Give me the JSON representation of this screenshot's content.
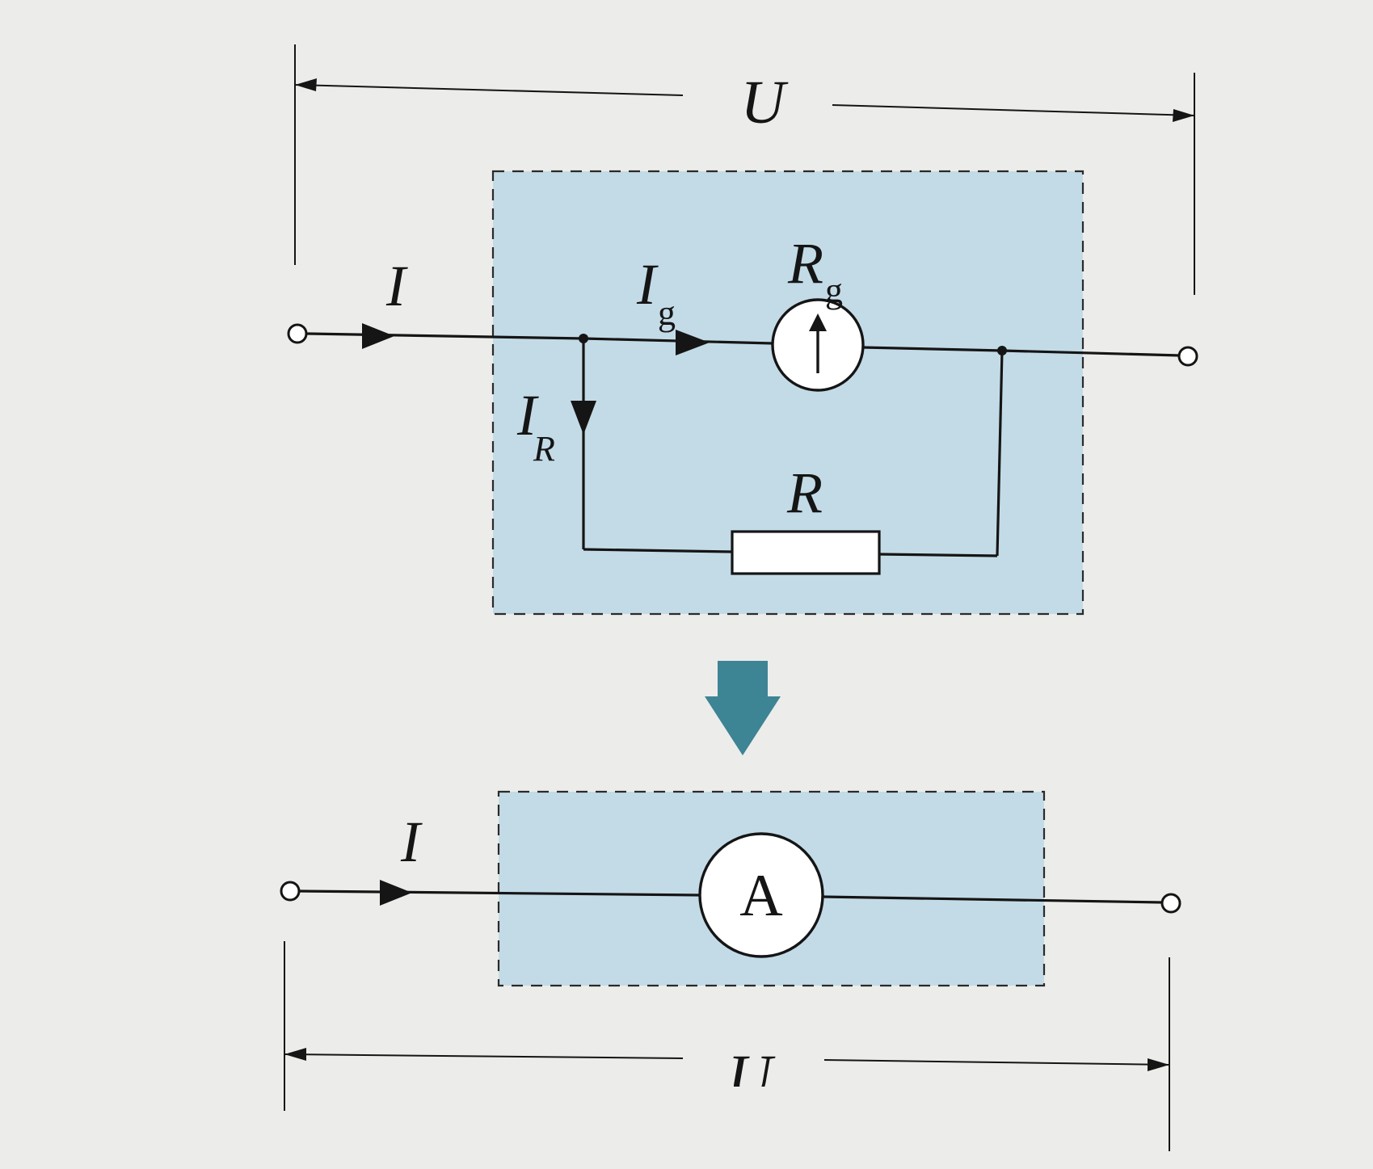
{
  "top": {
    "voltage_label": "U",
    "main_current_label": "I",
    "meter_branch_current_main": "I",
    "meter_branch_current_sub": "g",
    "shunt_branch_current_main": "I",
    "shunt_branch_current_sub": "R",
    "meter_resistance_main": "R",
    "meter_resistance_sub": "g",
    "shunt_resistor_label": "R"
  },
  "bottom": {
    "current_label": "I",
    "ammeter_symbol": "A",
    "voltage_label": "U"
  },
  "colors": {
    "panel_fill": "#bcd8e6",
    "transform_arrow": "#3d8494",
    "ink": "#151515",
    "paper": "#ececea"
  }
}
